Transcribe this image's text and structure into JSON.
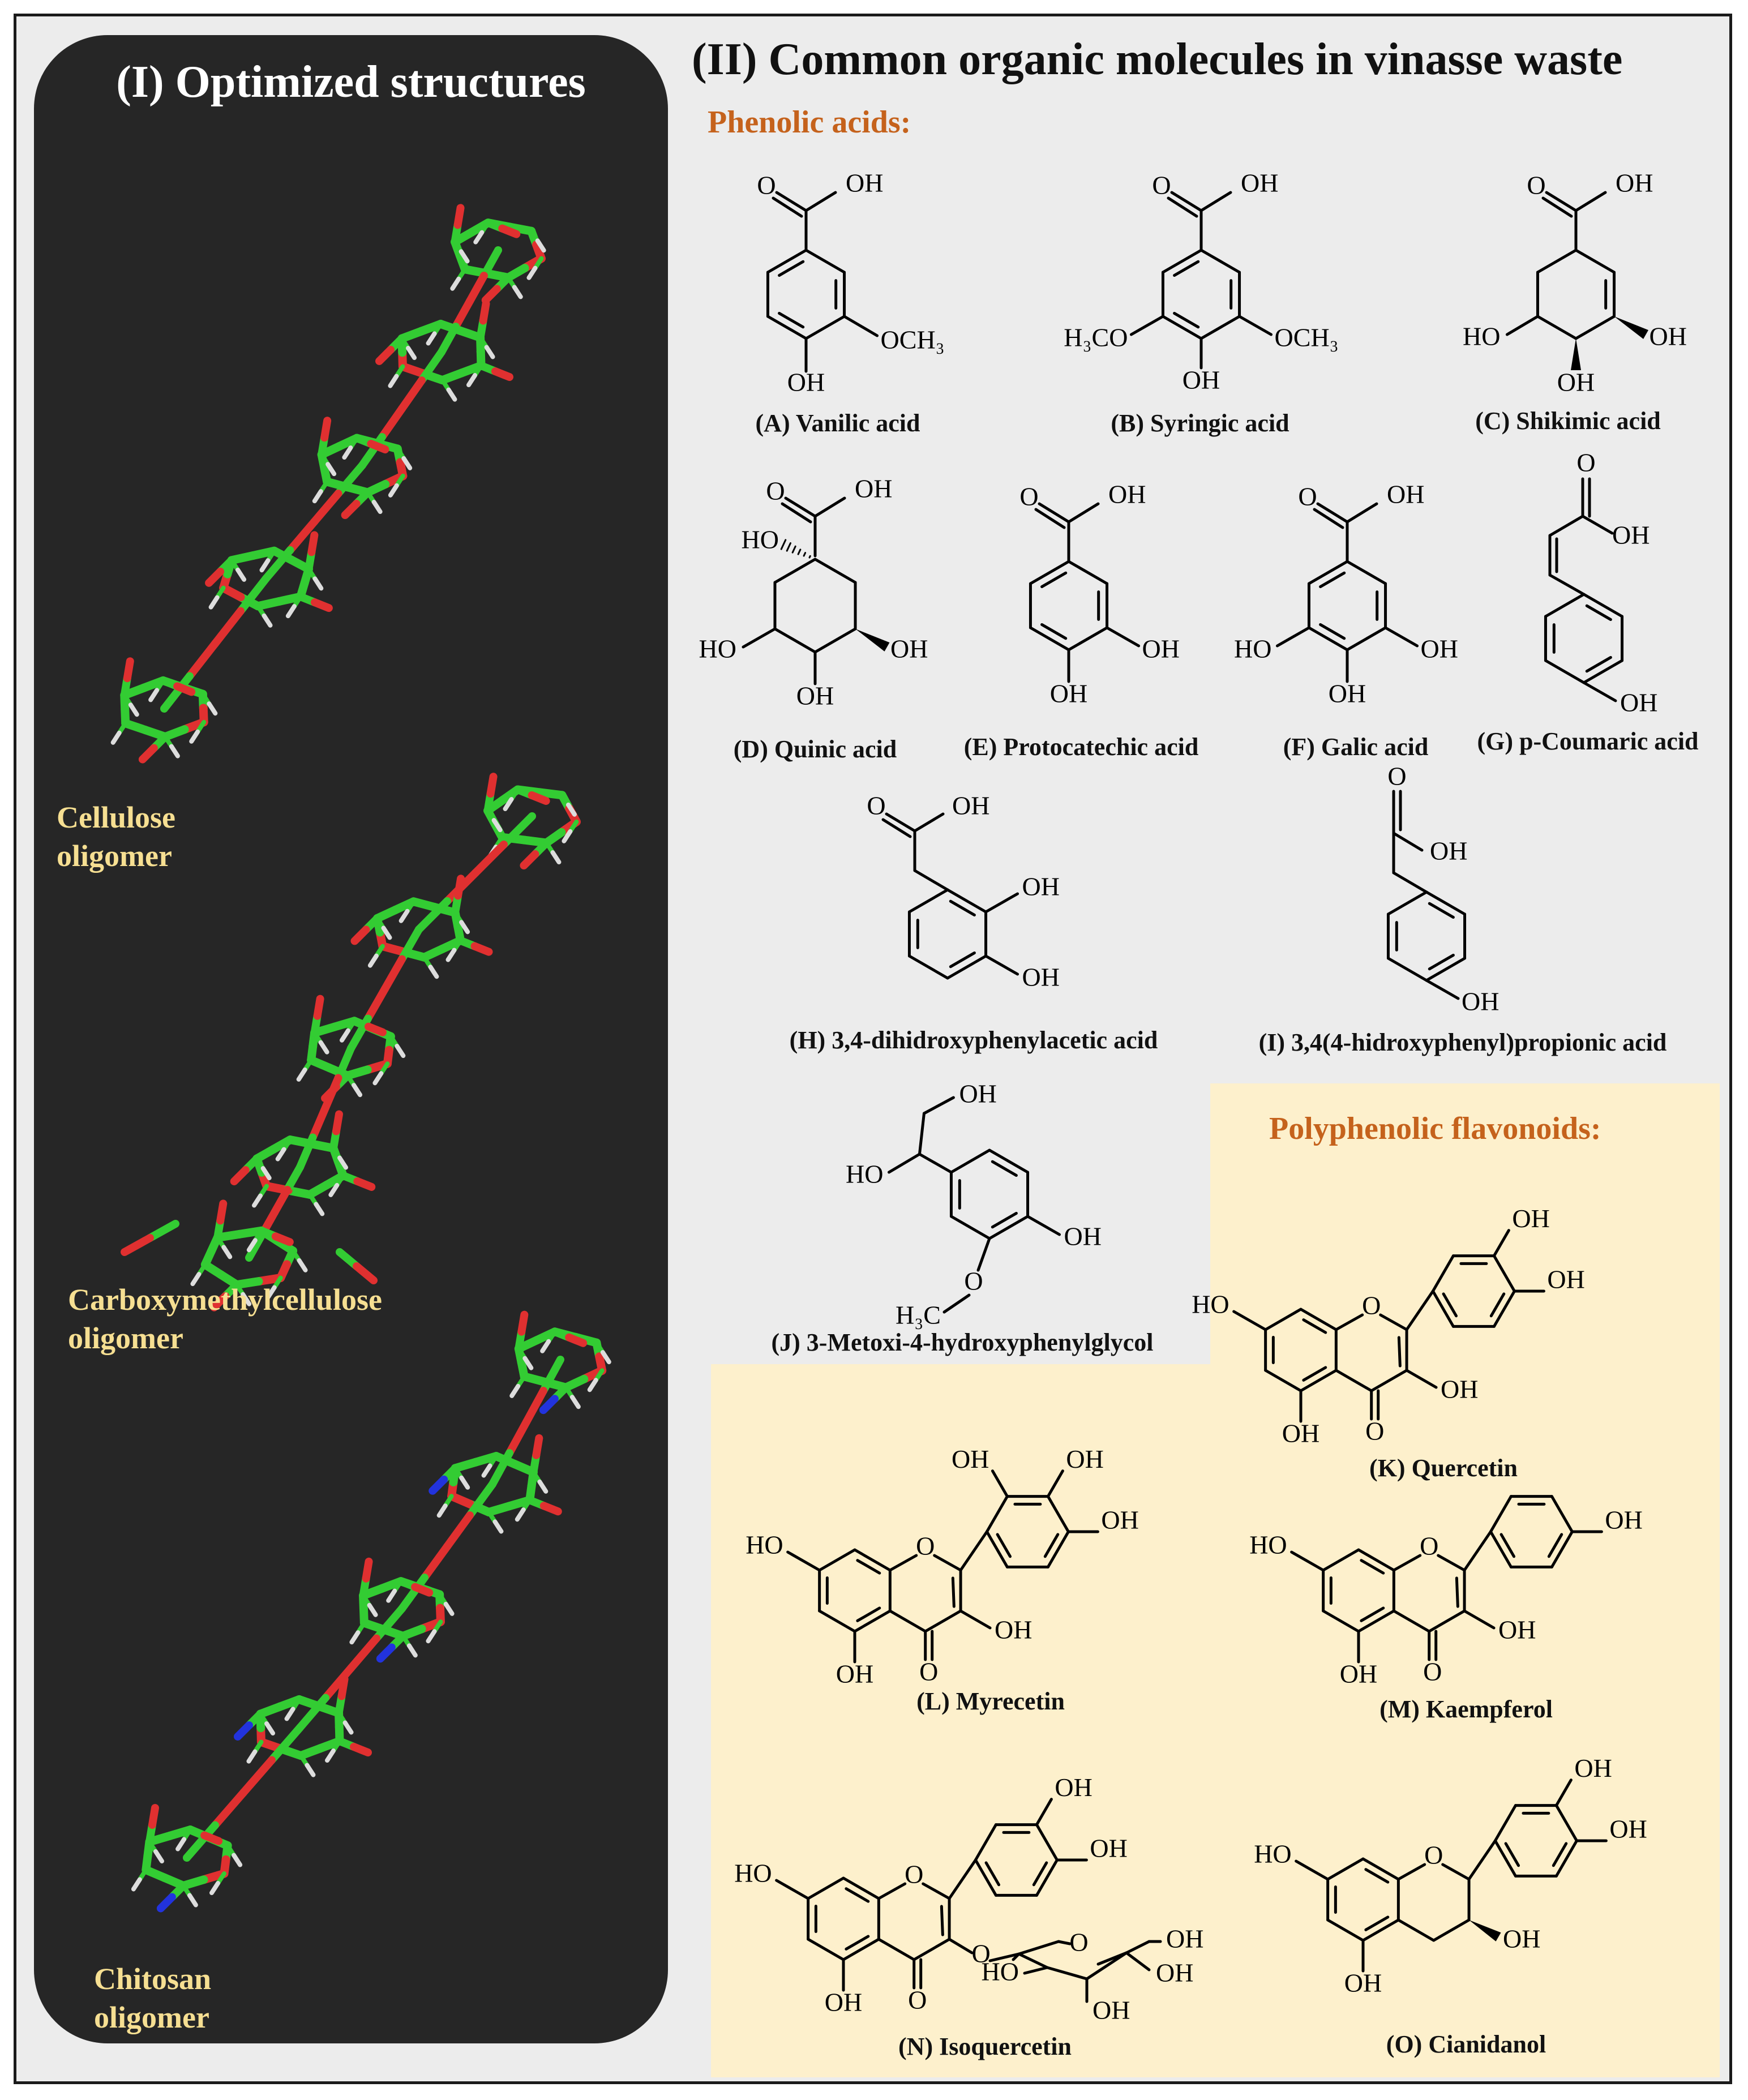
{
  "panel_left": {
    "title": "(I) Optimized structures",
    "labels": {
      "cellulose_1": "Cellulose",
      "cellulose_2": "oligomer",
      "cmc_1": "Carboxymethylcellulose",
      "cmc_2": "oligomer",
      "chitosan_1": "Chitosan",
      "chitosan_2": "oligomer"
    }
  },
  "panel_right": {
    "title": "(II) Common organic molecules in vinasse waste",
    "phenolic_title": "Phenolic acids:",
    "flavonoid_title": "Polyphenolic flavonoids:"
  },
  "molecules": {
    "A": "(A) Vanilic acid",
    "B": "(B) Syringic acid",
    "C": "(C) Shikimic acid",
    "D": "(D) Quinic acid",
    "E": "(E) Protocatechic acid",
    "F": "(F) Galic acid",
    "G": "(G) p-Coumaric acid",
    "H": "(H) 3,4-dihidroxyphenylacetic acid",
    "I": "(I) 3,4(4-hidroxyphenyl)propionic acid",
    "J": "(J) 3-Metoxi-4-hydroxyphenylglycol",
    "K": "(K) Quercetin",
    "L": "(L) Myrecetin",
    "M": "(M) Kaempferol",
    "N": "(N) Isoquercetin",
    "O": "(O) Cianidanol"
  },
  "atom_labels": {
    "OH": "OH",
    "HO": "HO",
    "O": "O",
    "OCH3": "OCH₃",
    "H3CO": "H₃CO",
    "H3C": "H₃C"
  },
  "colors": {
    "panel_dark": "#262626",
    "label_yellow": "#f6df92",
    "category_orange": "#c5621c",
    "flavonoid_bg": "#fdf0cc",
    "carbon": "#33cc33",
    "oxygen": "#e03030",
    "nitrogen": "#2233dd",
    "hydrogen": "#dddddd"
  }
}
